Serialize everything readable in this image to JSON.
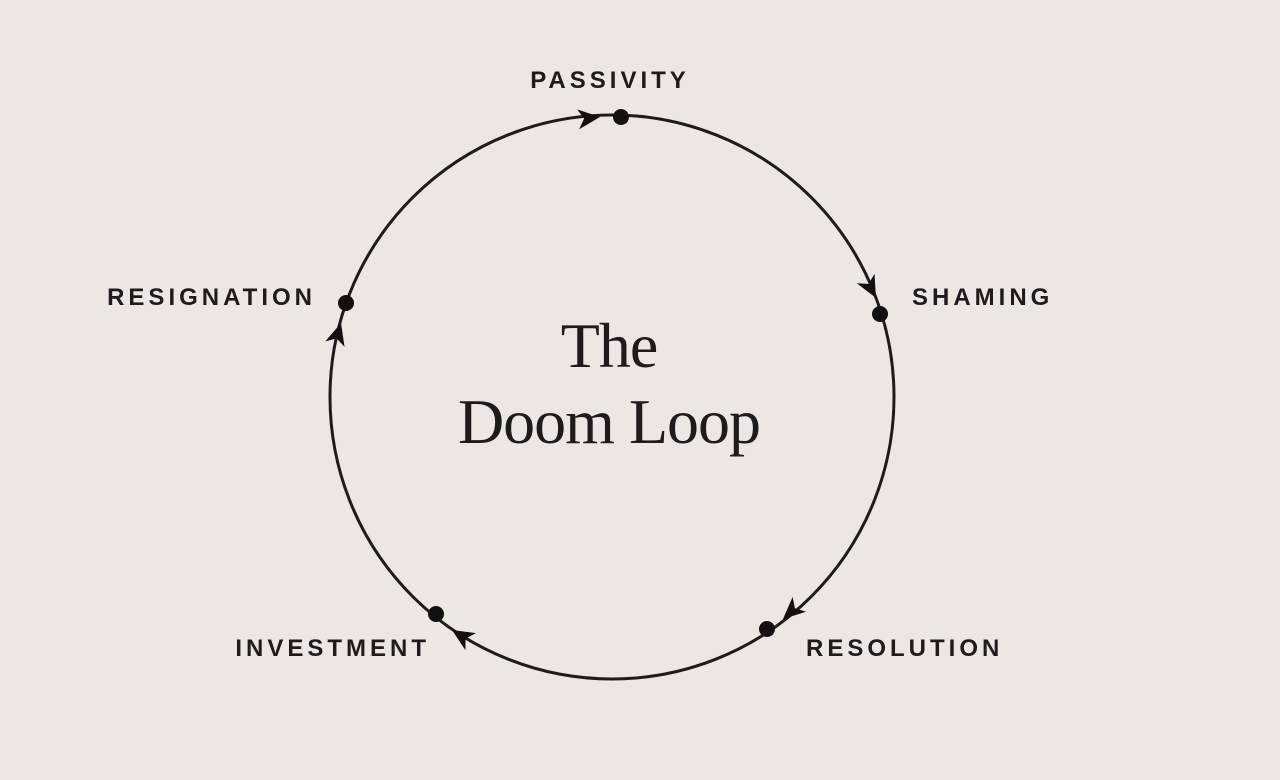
{
  "diagram": {
    "title_line1": "The",
    "title_line2": "Doom Loop",
    "stages": [
      "PASSIVITY",
      "SHAMING",
      "RESOLUTION",
      "INVESTMENT",
      "RESIGNATION"
    ],
    "colors": {
      "background": "#ebe8e4",
      "ink": "#1c1c1c"
    }
  }
}
